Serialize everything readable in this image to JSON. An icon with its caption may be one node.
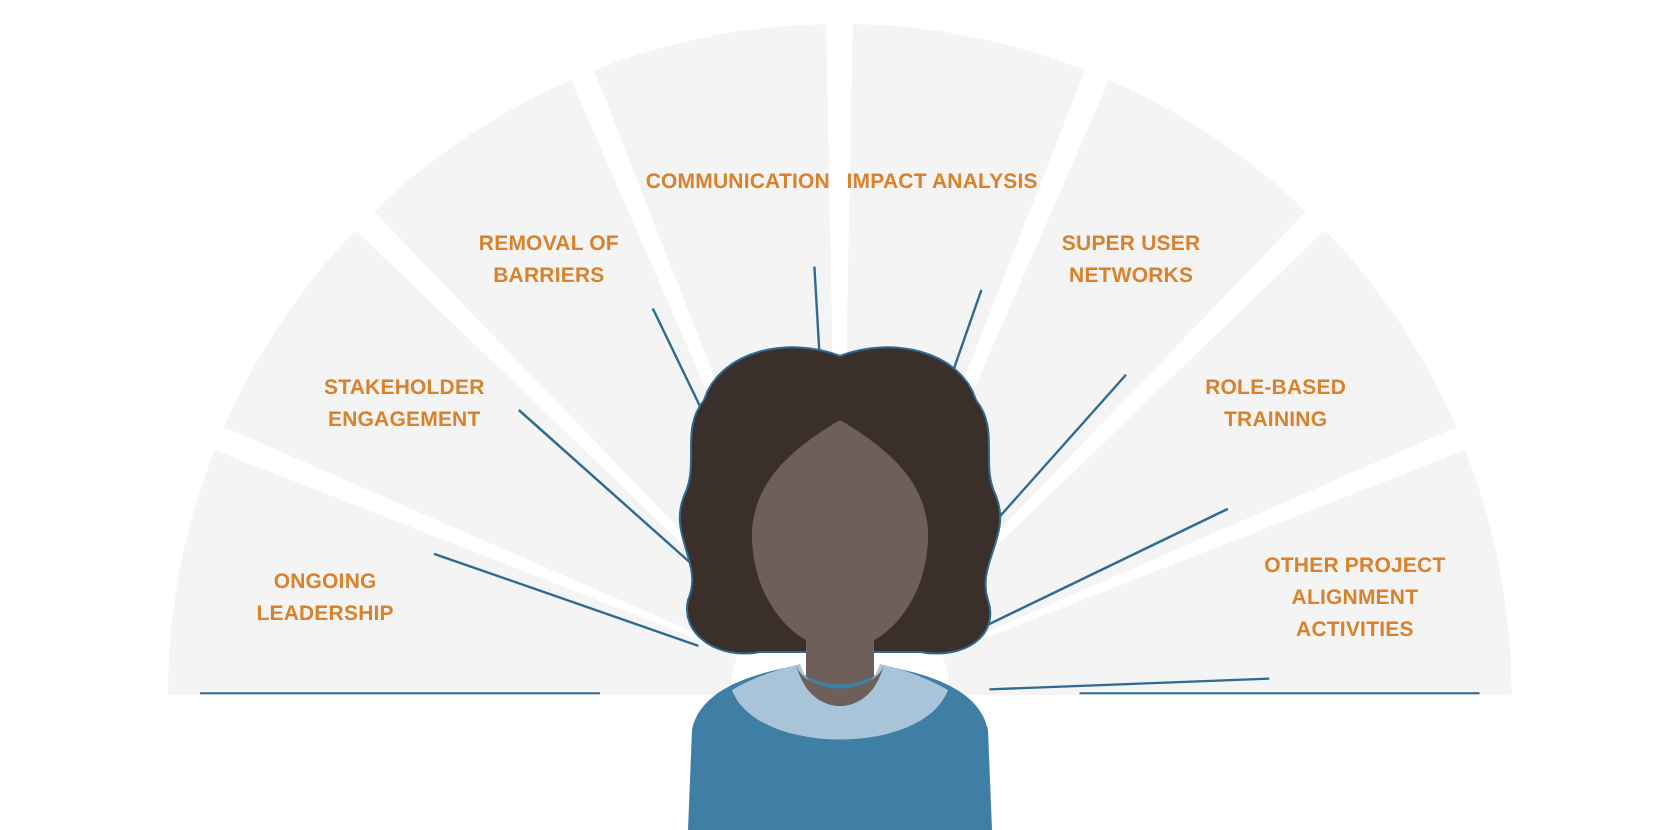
{
  "diagram": {
    "nodes": [
      {
        "text": [
          "ONGOING LEADERSHIP"
        ]
      },
      {
        "text": [
          "STAKEHOLDER ENGAGEMENT"
        ]
      },
      {
        "text": [
          "REMOVAL OF BARRIERS"
        ]
      },
      {
        "text": [
          "COMMUNICATION"
        ]
      },
      {
        "text": [
          "IMPACT ANALYSIS"
        ]
      },
      {
        "text": [
          "SUPER USER NETWORKS"
        ]
      },
      {
        "text": [
          "ROLE-BASED TRAINING"
        ]
      },
      {
        "text": [
          "OTHER PROJECT ALIGNMENT ACTIVITIES"
        ]
      }
    ]
  }
}
